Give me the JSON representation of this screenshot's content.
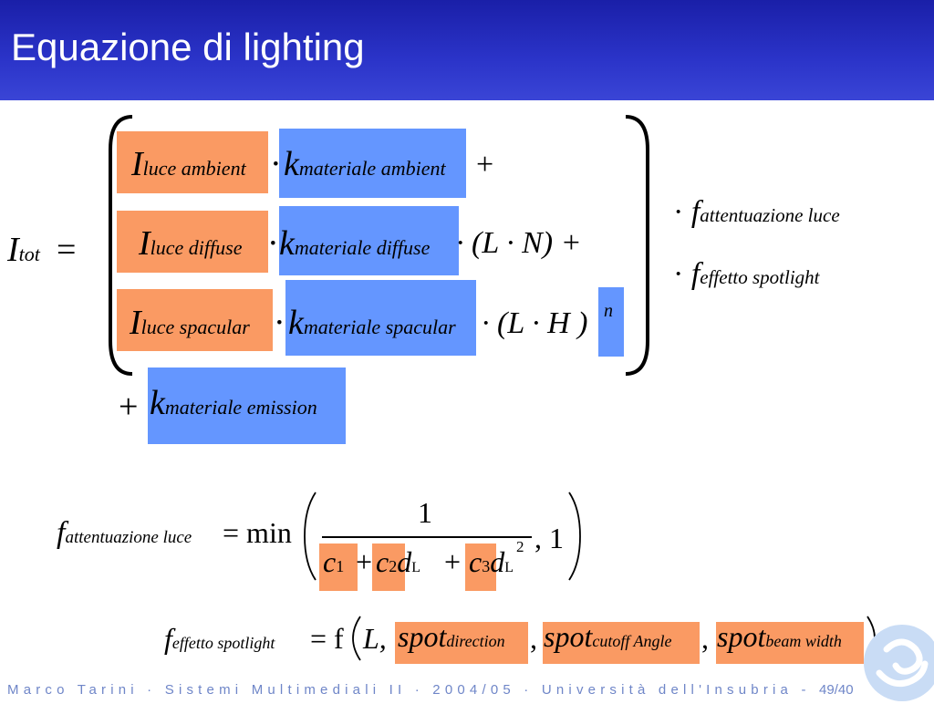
{
  "slide": {
    "title": "Equazione di lighting",
    "footer_text": "Marco Tarini · Sistemi Multimediali II · 2004/05 · Università dell'Insubria -",
    "page_number": "49/40"
  },
  "equation": {
    "lhs": "I",
    "lhs_sub": "tot",
    "equals": "=",
    "row1": {
      "I": "I",
      "I_sub": "luce ambient",
      "dot": "·",
      "k": "k",
      "k_sub": "materiale ambient",
      "tail": "+"
    },
    "row2": {
      "I": "I",
      "I_sub": "luce diffuse",
      "dot": "·",
      "k": "k",
      "k_sub": "materiale diffuse",
      "tail": "· (L · N) +"
    },
    "row3": {
      "I": "I",
      "I_sub": "luce spacular",
      "dot": "·",
      "k": "k",
      "k_sub": "materiale spacular",
      "tail": "· (L · H )",
      "exp": "n"
    },
    "emission": {
      "plus": "+",
      "k": "k",
      "k_sub": "materiale emission"
    },
    "factor1": {
      "dot": "·",
      "f": "f",
      "f_sub": "attentuazione luce"
    },
    "factor2": {
      "dot": "·",
      "f": "f",
      "f_sub": "effetto spotlight"
    }
  },
  "attenuation": {
    "f": "f",
    "f_sub": "attentuazione luce",
    "eq": "= min",
    "numerator": "1",
    "c1": "c",
    "c1_sub": "1",
    "plus1": "+",
    "c2": "c",
    "c2_sub": "2",
    "d2": "d",
    "d2_sub": "L",
    "plus2": "+",
    "c3": "c",
    "c3_sub": "3",
    "d3": "d",
    "d3_sub": "L",
    "d3_exp": "2",
    "tail": ", 1"
  },
  "spotlight": {
    "f": "f",
    "f_sub": "effetto spotlight",
    "eq": "= f",
    "L": "L,",
    "arg1": "spot",
    "arg1_sub": "direction",
    "arg2": "spot",
    "arg2_sub": "cutoff Angle",
    "arg3": "spot",
    "arg3_sub": "beam width",
    "comma": ","
  },
  "colors": {
    "header": "#2b34c9",
    "orange_highlight": "#fa9a63",
    "blue_highlight": "#6496ff",
    "footer_text": "#6f86c8"
  }
}
